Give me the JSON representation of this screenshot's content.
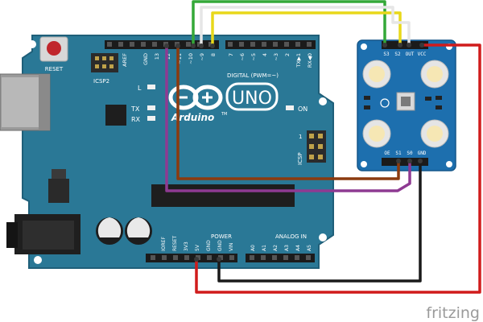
{
  "board": {
    "reset_label": "RESET",
    "icsp2_label": "ICSP2",
    "icsp_label": "ICSP",
    "aref_label": "AREF",
    "gnd_label": "GND",
    "pin13_label": "13",
    "pin12_label": "12",
    "pin11_label": "~11",
    "pin10_label": "~10",
    "pin9_label": "~9",
    "pin8_label": "8",
    "pin7_label": "7",
    "pin6_label": "~6",
    "pin5_label": "~5",
    "pin4_label": "4",
    "pin3_label": "~3",
    "pin2_label": "2",
    "tx_pin_label": "TX▶1",
    "rx_pin_label": "RX◀0",
    "digital_label": "DIGITAL (PWM=~)",
    "l_label": "L",
    "tx_label": "TX",
    "rx_label": "RX",
    "on_label": "ON",
    "uno_label": "UNO",
    "brand_label": "Arduino",
    "tm_label": "TM",
    "power_label": "POWER",
    "analog_label": "ANALOG IN",
    "power_pins": [
      "IOREF",
      "RESET",
      "3V3",
      "5V",
      "GND",
      "GND",
      "VIN"
    ],
    "analog_pins": [
      "A0",
      "A1",
      "A2",
      "A3",
      "A4",
      "A5"
    ],
    "icsp_one": "1"
  },
  "sensor": {
    "top_pins": [
      "S3",
      "S2",
      "OUT",
      "VCC"
    ],
    "bottom_pins": [
      "OE",
      "S1",
      "S0",
      "GND"
    ]
  },
  "footer": {
    "watermark": "fritzing"
  },
  "colors": {
    "board": "#2a7896",
    "board_edge": "#1f5f79",
    "sensor": "#1d6fae",
    "wire_green": "#34a838",
    "wire_yellow": "#e8d81a",
    "wire_white": "#e6e6e6",
    "wire_brown": "#8b3a0f",
    "wire_purple": "#8e3a92",
    "wire_black": "#1a1a1a",
    "wire_red": "#d01c1c"
  }
}
